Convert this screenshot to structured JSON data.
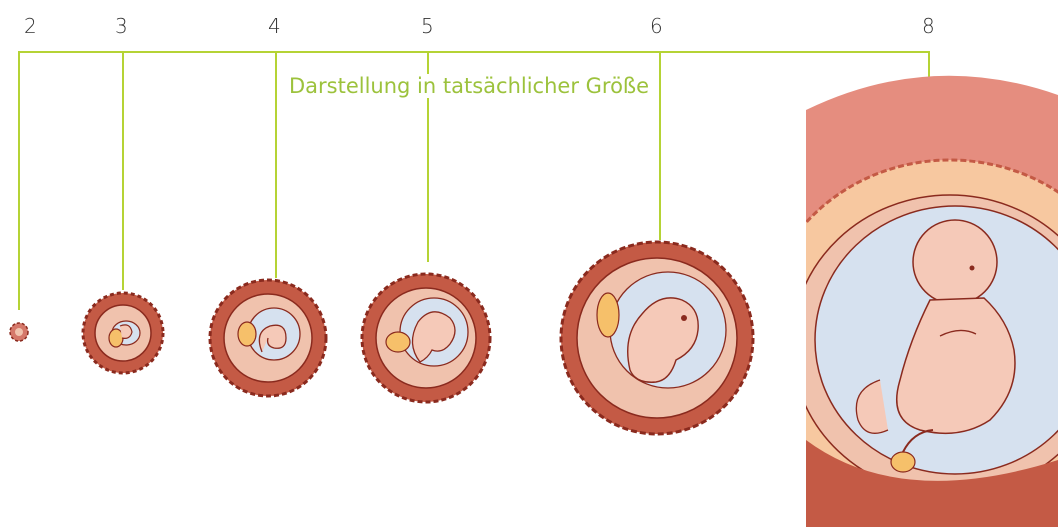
{
  "caption": "Darstellung in tatsächlicher Größe",
  "weeks": [
    {
      "label": "2"
    },
    {
      "label": "3"
    },
    {
      "label": "4"
    },
    {
      "label": "5"
    },
    {
      "label": "6"
    },
    {
      "label": "8"
    }
  ],
  "colors": {
    "line": "#b5d335",
    "caption": "#9cc23c",
    "wall": "#c45a45",
    "wall_dark": "#8a2a1e",
    "sac_inner": "#f0c2ad",
    "amnion": "#d6e1ef",
    "embryo": "#f5c9b8",
    "yolk": "#f6c06a",
    "uterus": "#e58d7f",
    "decidua": "#f7c8a0"
  }
}
